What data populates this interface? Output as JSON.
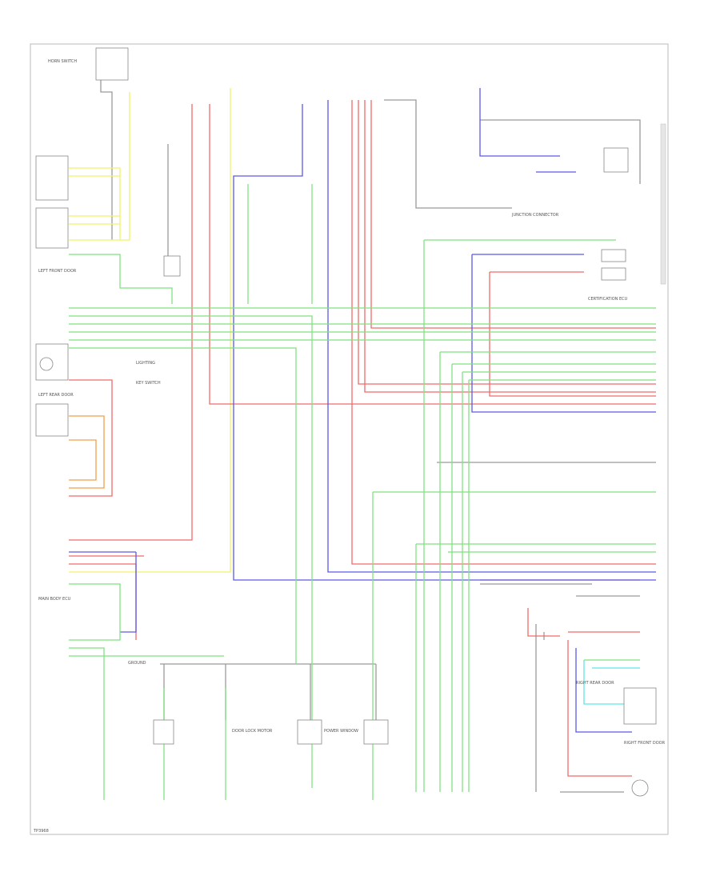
{
  "diagram": {
    "footer_code": "TP3968",
    "labels": {
      "horn_switch": "HORN SWITCH",
      "left_front_door": "LEFT FRONT DOOR",
      "right_front_door": "RIGHT FRONT DOOR",
      "left_rear_door": "LEFT REAR DOOR",
      "right_rear_door": "RIGHT REAR DOOR",
      "ecu_left": "MAIN BODY ECU",
      "ecu_right": "CERTIFICATION ECU",
      "junction": "JUNCTION CONNECTOR",
      "ground": "GROUND",
      "door_lock_motor": "DOOR LOCK MOTOR",
      "power_window": "POWER WINDOW",
      "lighting": "LIGHTING",
      "key_switch": "KEY SWITCH"
    },
    "colors": {
      "red": "#f26a6a",
      "green": "#7fe27f",
      "blue": "#5a5ae6",
      "yellow": "#f2f26a",
      "orange": "#f0a04a",
      "cyan": "#5ee6e6",
      "gray": "#8a8a8a"
    }
  }
}
